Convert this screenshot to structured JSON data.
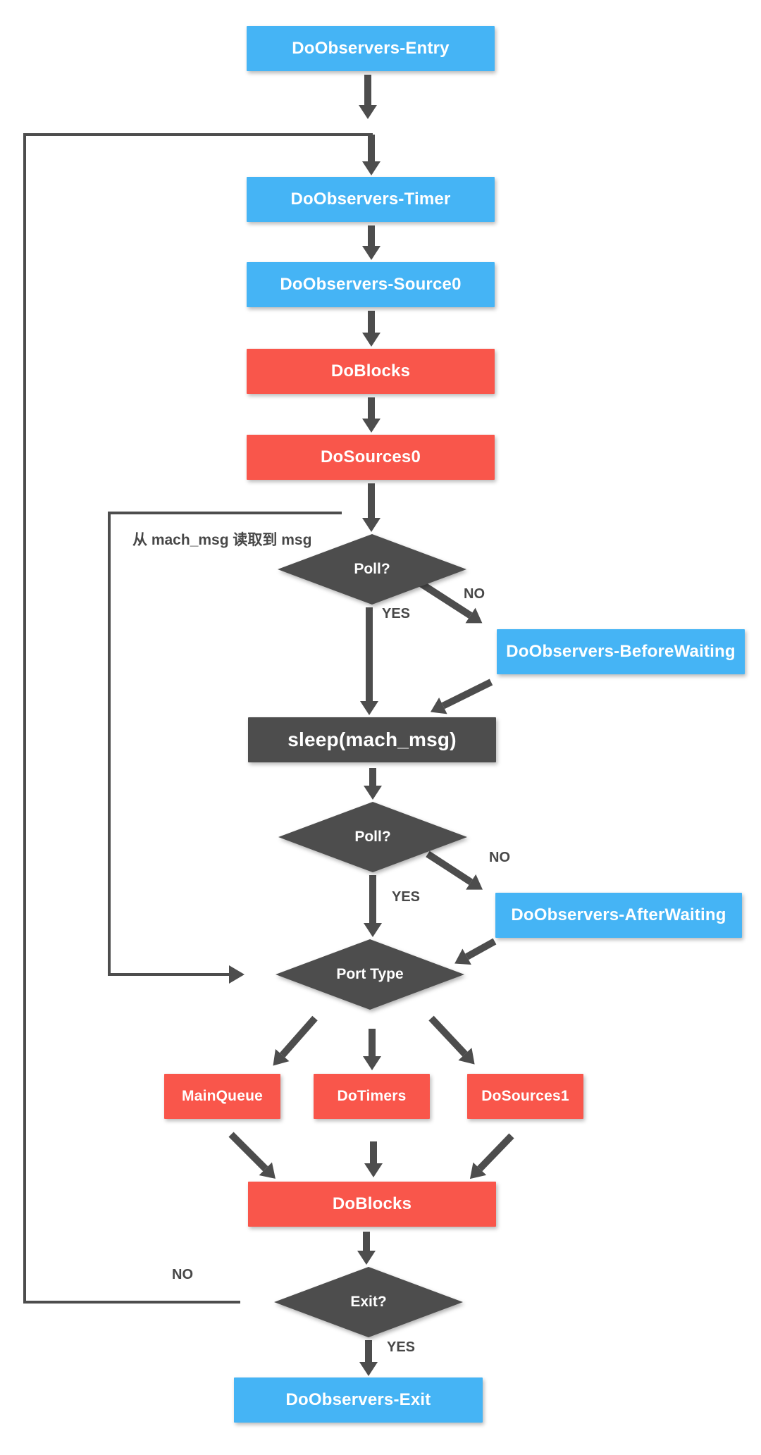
{
  "diagram": {
    "type": "flowchart",
    "description": "RunLoop execution flow diagram",
    "colors": {
      "observer_blue": "#45B4F5",
      "action_red": "#F9564B",
      "decision_dark": "#4D4D4D",
      "edge_label": "#474747",
      "node_text": "#FFFFFF",
      "background": "#FFFFFF"
    },
    "nodes": {
      "entry": "DoObservers-Entry",
      "timer": "DoObservers-Timer",
      "source0": "DoObservers-Source0",
      "doblocks_top": "DoBlocks",
      "dosources0": "DoSources0",
      "poll1": "Poll?",
      "before_waiting": "DoObservers-BeforeWaiting",
      "sleep": "sleep(mach_msg)",
      "poll2": "Poll?",
      "after_waiting": "DoObservers-AfterWaiting",
      "port_type": "Port Type",
      "main_queue": "MainQueue",
      "do_timers": "DoTimers",
      "do_sources1": "DoSources1",
      "doblocks_bottom": "DoBlocks",
      "exit_decision": "Exit?",
      "exit": "DoObservers-Exit"
    },
    "edge_labels": {
      "yes": "YES",
      "no": "NO",
      "mach_msg_note": "从 mach_msg 读取到 msg"
    }
  }
}
